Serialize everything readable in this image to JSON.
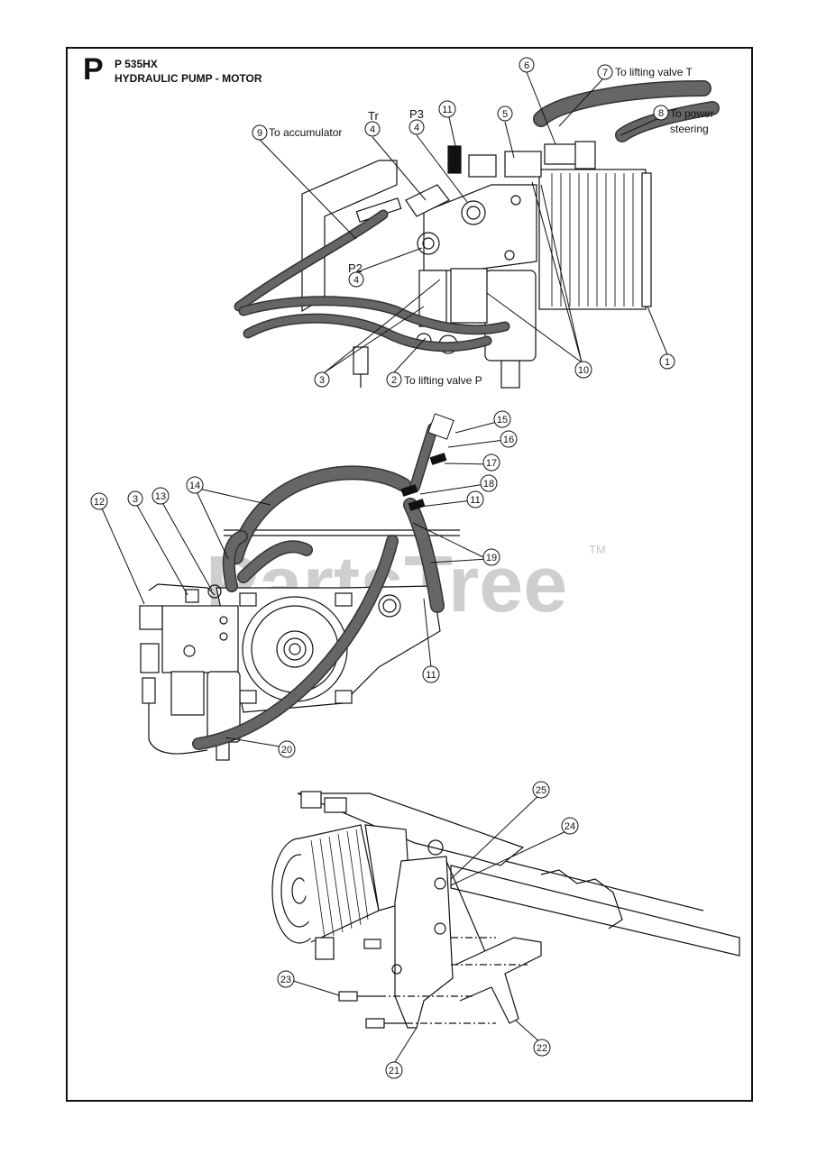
{
  "header": {
    "section_letter": "P",
    "model": "P 535HX",
    "title": "HYDRAULIC PUMP - MOTOR"
  },
  "watermark": {
    "text": "PartsTree",
    "tm": "TM"
  },
  "labels": {
    "to_lifting_valve_t": "To lifting valve T",
    "to_power_steering_1": "To power",
    "to_power_steering_2": "steering",
    "to_accumulator": "To accumulator",
    "to_lifting_valve_p": "To lifting valve P",
    "tr": "Tr",
    "p3": "P3",
    "p2": "P2"
  },
  "callouts": {
    "c1": "1",
    "c2": "2",
    "c3": "3",
    "c4a": "4",
    "c4b": "4",
    "c4c": "4",
    "c5": "5",
    "c6": "6",
    "c7": "7",
    "c8": "8",
    "c9": "9",
    "c10": "10",
    "c11a": "11",
    "c11b": "11",
    "c11c": "11",
    "c12": "12",
    "c13": "13",
    "c14": "14",
    "c15": "15",
    "c16": "16",
    "c17": "17",
    "c18": "18",
    "c19": "19",
    "c20": "20",
    "c3b": "3",
    "c21": "21",
    "c22": "22",
    "c23": "23",
    "c24": "24",
    "c25": "25"
  },
  "colors": {
    "line": "#111111",
    "hose": "#555555",
    "watermark": "#cfcfcf"
  }
}
